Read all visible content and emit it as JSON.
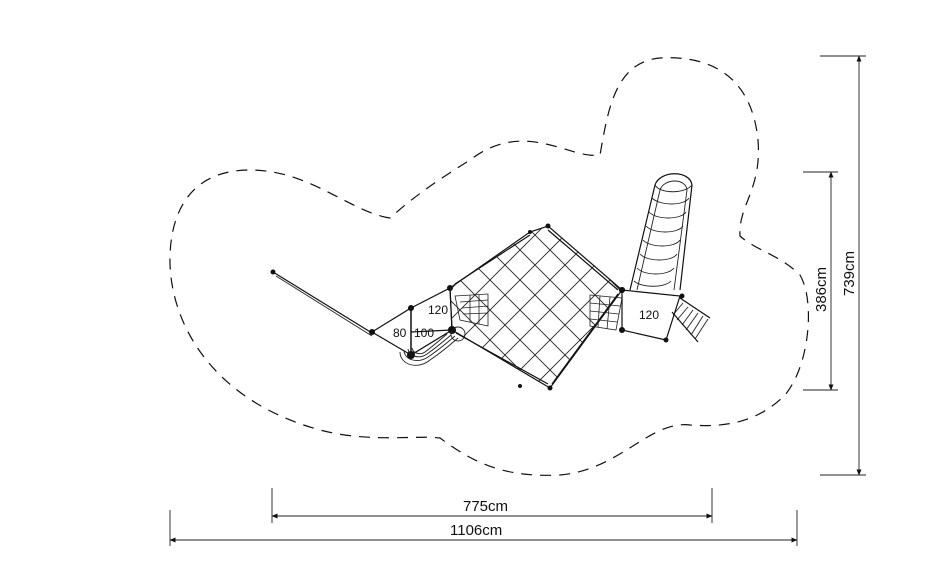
{
  "dimensions": {
    "inner_width": "775cm",
    "overall_width": "1106cm",
    "inner_height": "386cm",
    "overall_height": "739cm"
  },
  "platforms": {
    "left_upper": "120",
    "left_mid_a": "80",
    "left_mid_b": "100",
    "right": "120"
  }
}
